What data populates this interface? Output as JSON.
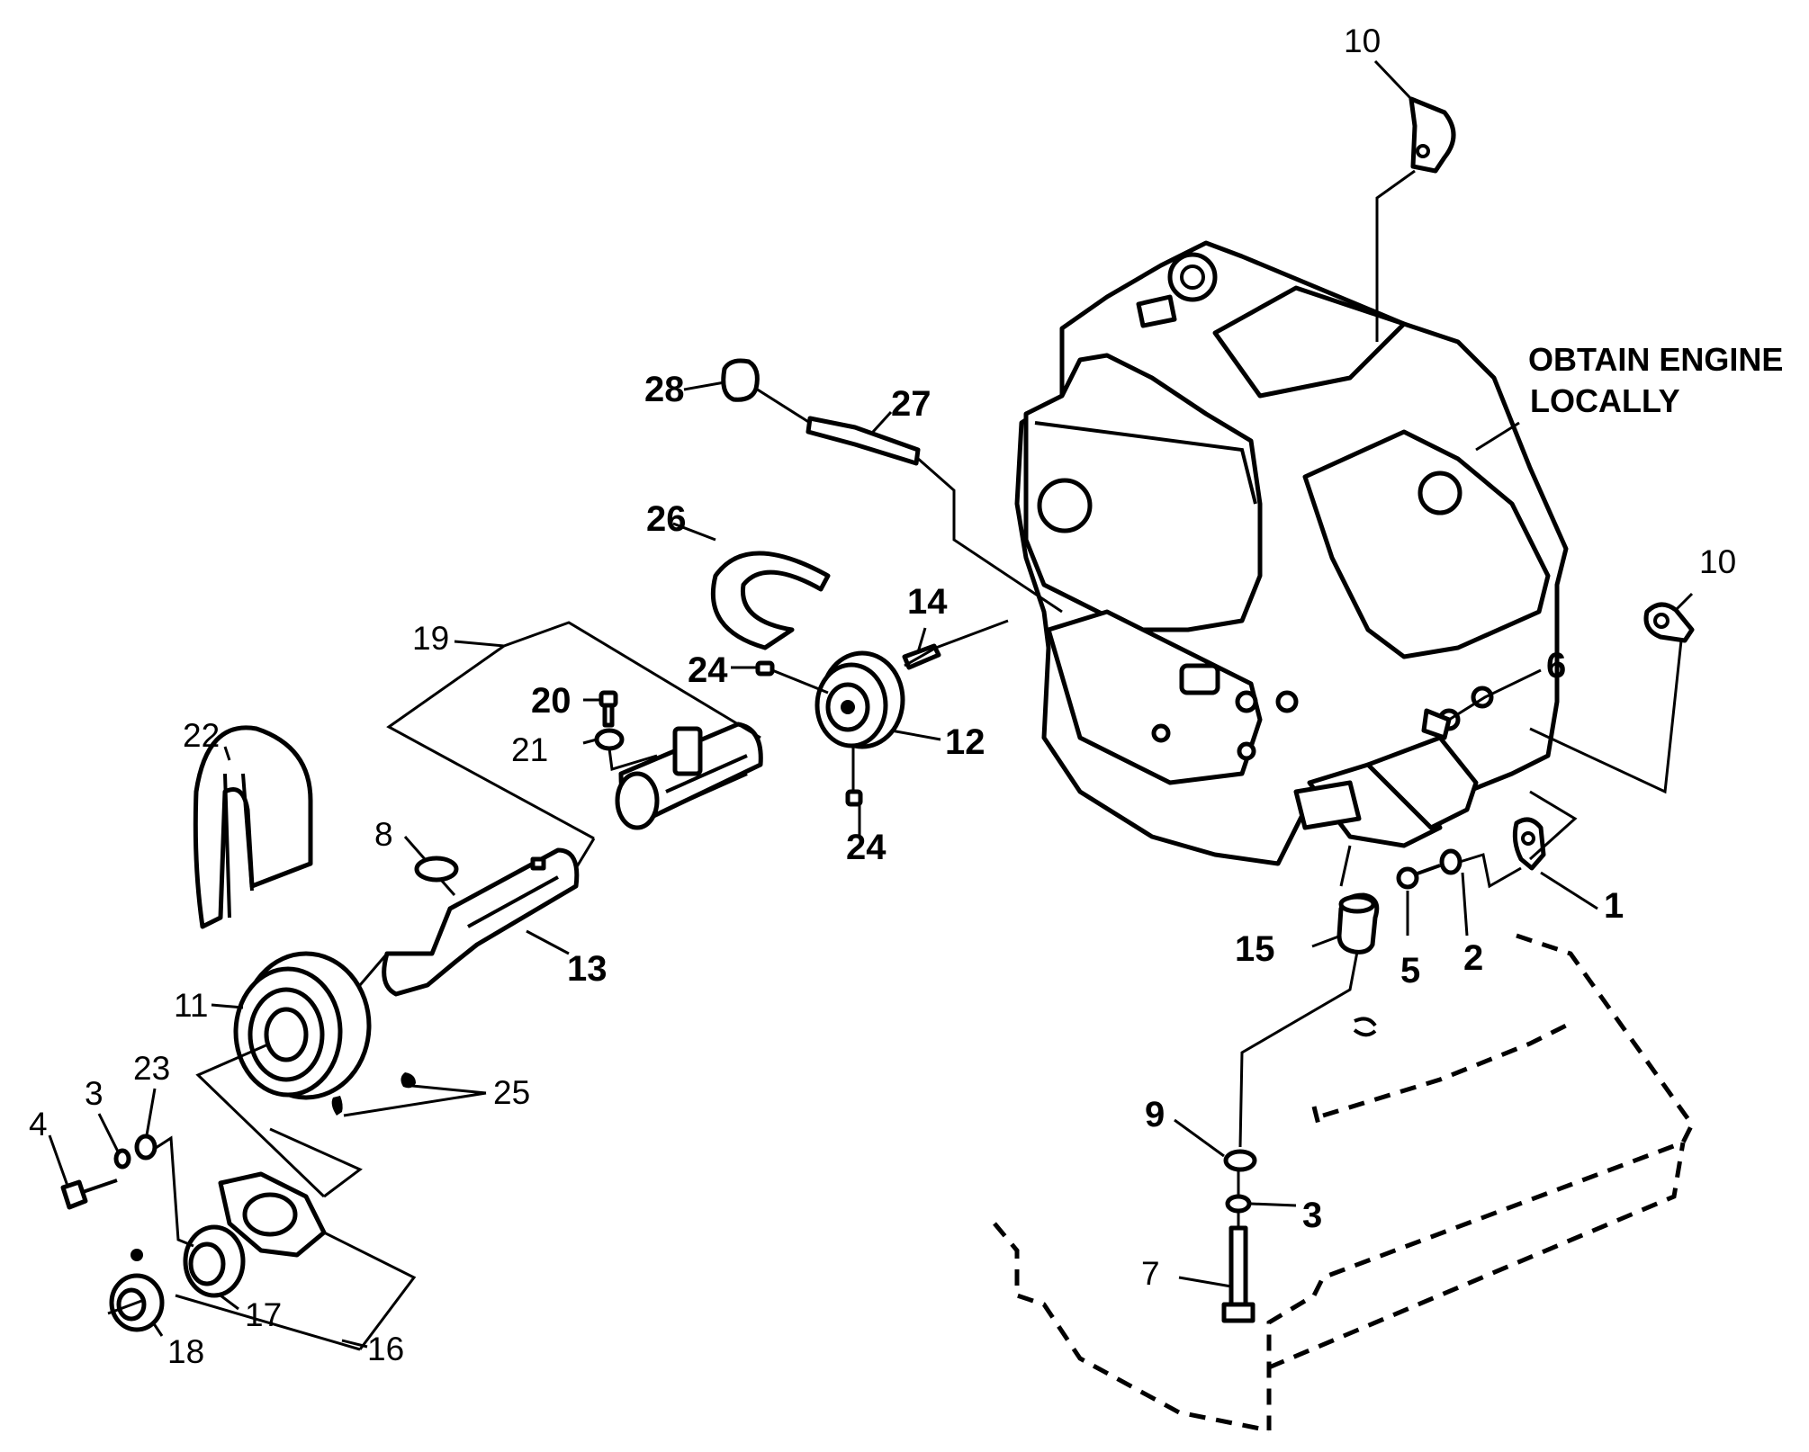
{
  "note": {
    "line1": "OBTAIN ENGINE",
    "line2": "LOCALLY"
  },
  "callouts": {
    "c1": "1",
    "c2": "2",
    "c3a": "3",
    "c3b": "3",
    "c4": "4",
    "c5": "5",
    "c6": "6",
    "c7": "7",
    "c8": "8",
    "c9": "9",
    "c10a": "10",
    "c10b": "10",
    "c11": "11",
    "c12": "12",
    "c13": "13",
    "c14": "14",
    "c15": "15",
    "c16": "16",
    "c17": "17",
    "c18": "18",
    "c19": "19",
    "c20": "20",
    "c21": "21",
    "c22": "22",
    "c23": "23",
    "c24a": "24",
    "c24b": "24",
    "c25": "25",
    "c26": "26",
    "c27": "27",
    "c28": "28"
  }
}
